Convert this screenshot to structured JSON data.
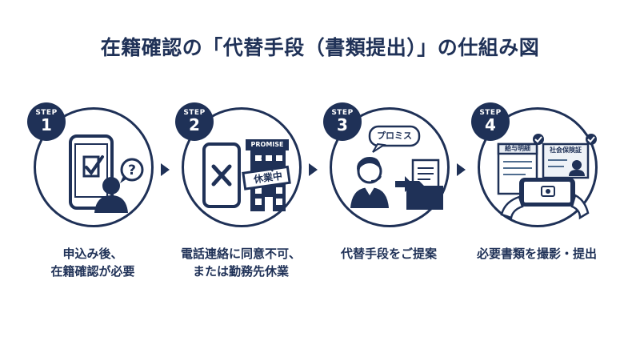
{
  "title": "在籍確認の「代替手段（書類提出）」の仕組み図",
  "steps": [
    {
      "badge_label": "STEP",
      "number": "1",
      "caption_lines": [
        "申込み後、",
        "在籍確認が必要"
      ]
    },
    {
      "badge_label": "STEP",
      "number": "2",
      "caption_lines": [
        "電話連絡に同意不可、",
        "または勤務先休業"
      ],
      "sign_text": "PROMISE",
      "closed_text": "休業中"
    },
    {
      "badge_label": "STEP",
      "number": "3",
      "caption_lines": [
        "代替手段をご提案"
      ],
      "bubble_text": "プロミス"
    },
    {
      "badge_label": "STEP",
      "number": "4",
      "caption_lines": [
        "必要書類を撮影・提出"
      ],
      "doc1_label": "給与明細",
      "doc2_label": "社会保険証"
    }
  ],
  "colors": {
    "primary": "#1f3157",
    "accent": "#4f6d8f",
    "background": "#ffffff"
  }
}
